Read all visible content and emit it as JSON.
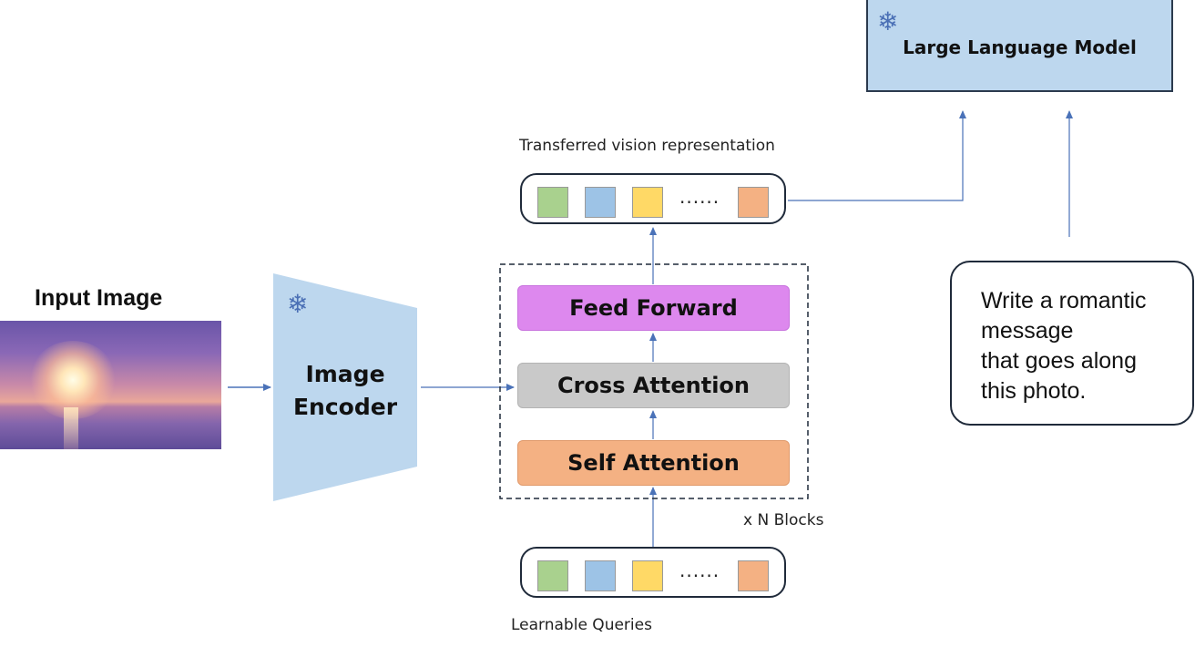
{
  "input_image": {
    "title": "Input Image"
  },
  "encoder": {
    "label_line1": "Image",
    "label_line2": "Encoder",
    "frozen_icon": "snowflake-icon"
  },
  "blocks": {
    "feed_forward": "Feed Forward",
    "cross_attention": "Cross Attention",
    "self_attention": "Self Attention",
    "repeat_label": "x N Blocks"
  },
  "top_tokens": {
    "caption": "Transferred vision representation",
    "ellipsis": "......"
  },
  "bottom_tokens": {
    "caption": "Learnable Queries",
    "ellipsis": "......"
  },
  "llm": {
    "title": "Large Language Model",
    "frozen_icon": "snowflake-icon"
  },
  "prompt": {
    "line1": "Write a romantic",
    "line2": "message",
    "line3": "that goes along",
    "line4": "this photo."
  },
  "colors": {
    "encoder": "#bdd7ee",
    "feed_forward": "#dd88ee",
    "cross_attention": "#c9c9c9",
    "self_attention": "#f4b183",
    "llm_fill": "#bdd7ee",
    "arrow": "#4a72b8",
    "token_green": "#a9d18e",
    "token_blue": "#9dc3e6",
    "token_yellow": "#ffd966",
    "token_orange": "#f4b183"
  }
}
